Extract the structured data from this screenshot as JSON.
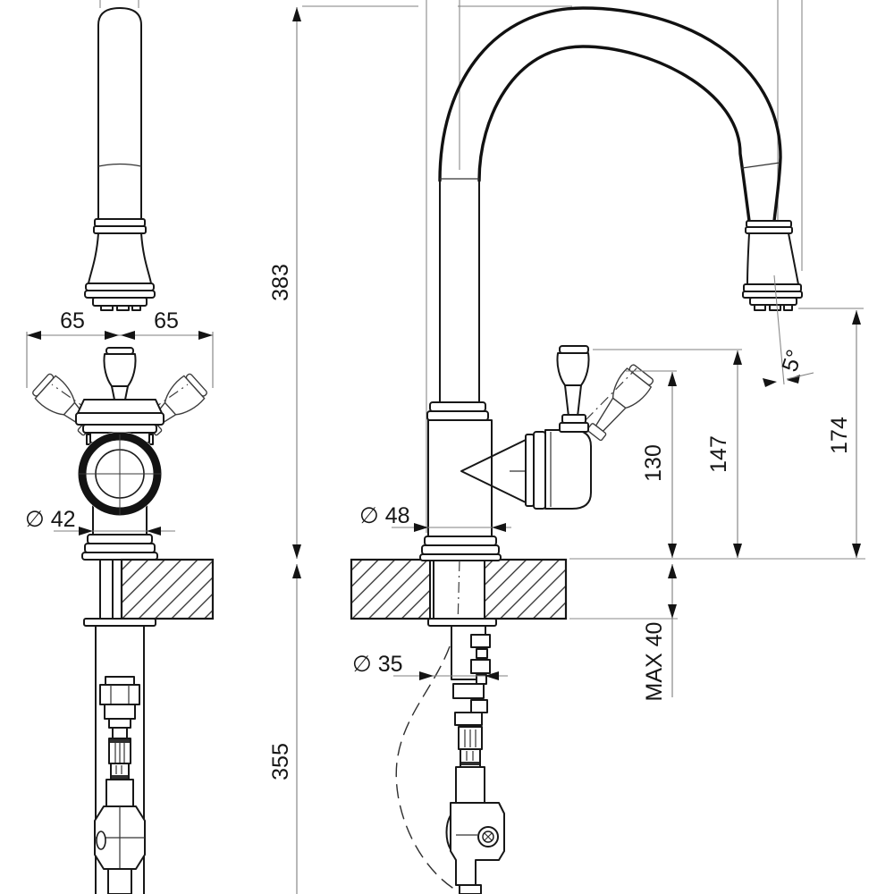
{
  "drawing": {
    "kind": "technical-dimension-drawing",
    "subject": "pull-down kitchen mixer faucet, front view and side view with installation dimensions",
    "units": "mm",
    "line_color": "#171717",
    "dim_line_color": "#7f7f7f"
  },
  "labels": {
    "spread_left": "65",
    "spread_right": "65",
    "dia_body_front": "∅ 42",
    "dia_body_side": "∅ 48",
    "dia_shank": "∅ 35",
    "height_spout": "383",
    "depth_below_deck": "355",
    "height_handle_open": "130",
    "height_handle": "147",
    "height_outlet": "174",
    "deck_thickness_max": "MAX 40",
    "spray_angle": "5°"
  }
}
